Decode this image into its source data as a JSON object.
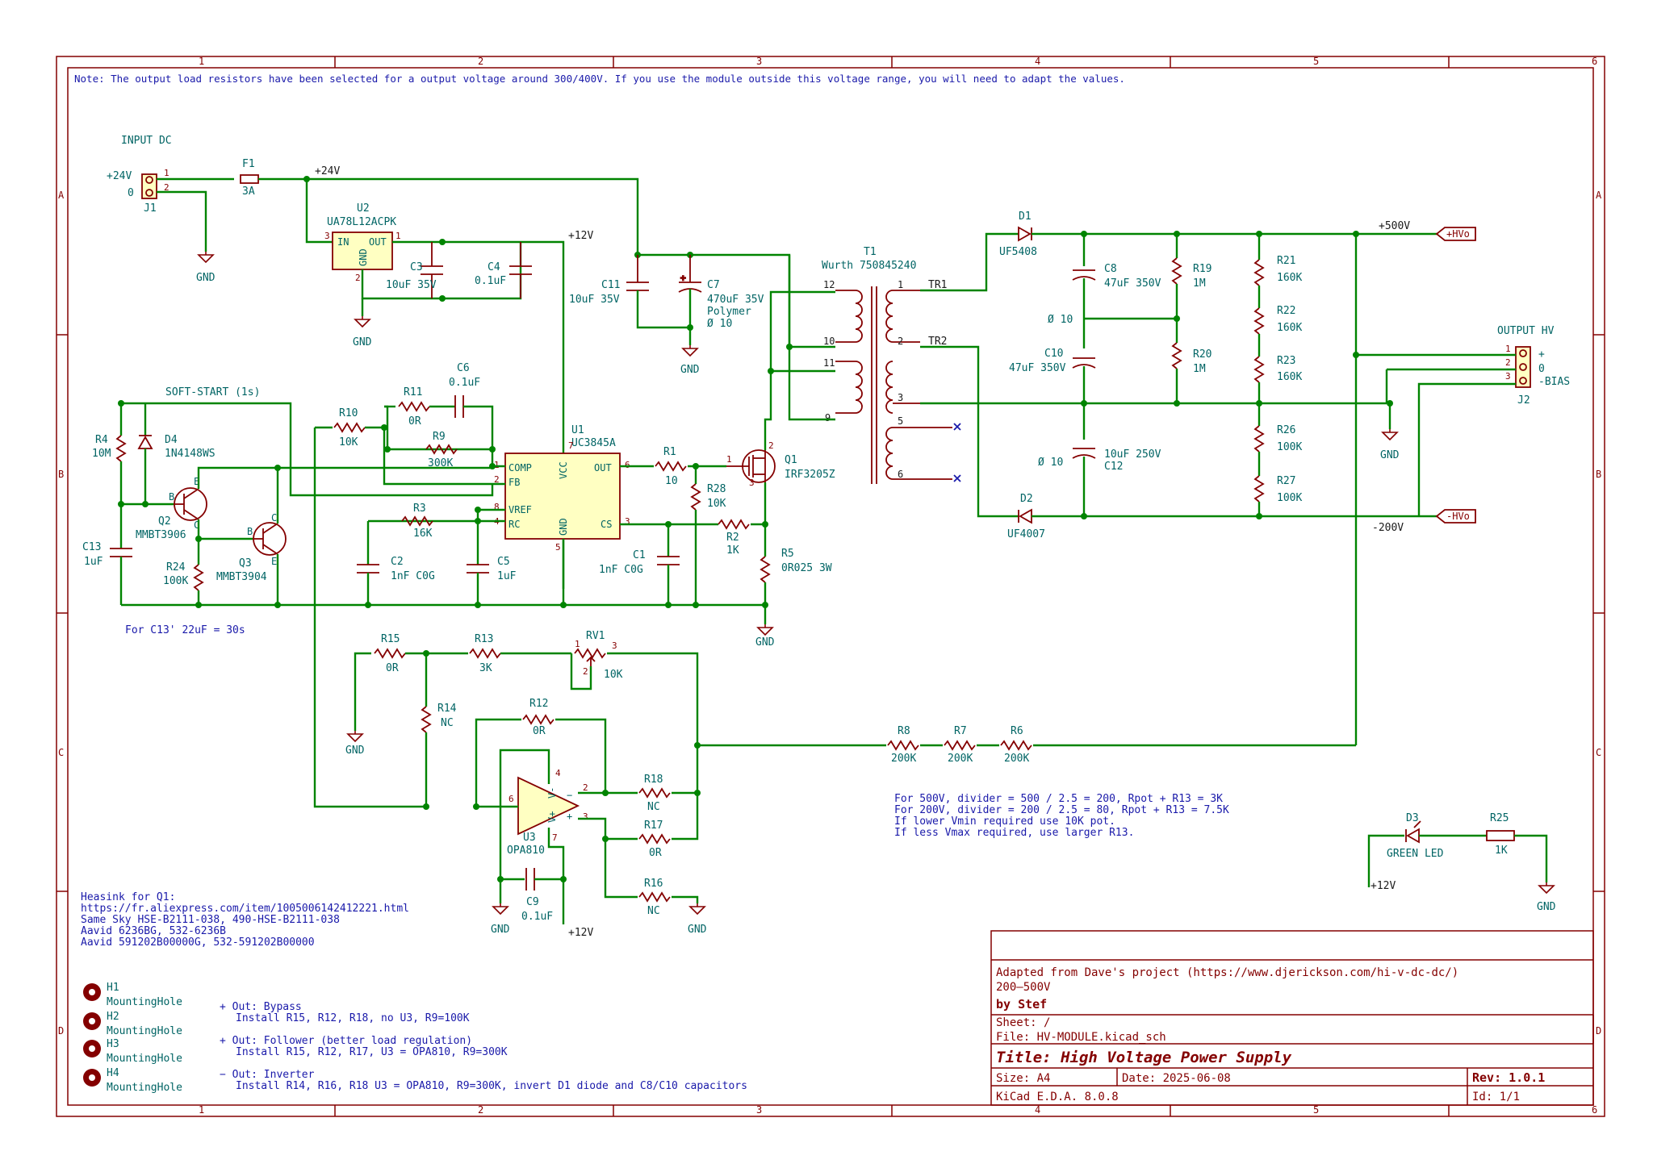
{
  "note": "Note: The output load resistors have been selected for a output voltage around 300/400V. If you use the module outside this voltage range, you will need to adapt the values.",
  "grid": {
    "columns": [
      "1",
      "2",
      "3",
      "4",
      "5",
      "6"
    ],
    "rows": [
      "A",
      "B",
      "C",
      "D"
    ]
  },
  "input": {
    "title": "INPUT DC",
    "pin_plus": "+24V",
    "pin_zero": "0",
    "connector_ref": "J1",
    "pin1": "1",
    "pin2": "2"
  },
  "nets": {
    "v24": "+24V",
    "v12": "+12V",
    "v500": "+500V",
    "vminus200": "-200V",
    "gnd": "GND",
    "tr1": "TR1",
    "tr2": "TR2"
  },
  "fuse": {
    "ref": "F1",
    "value": "3A"
  },
  "regulator": {
    "ref": "U2",
    "value": "UA78L12ACPK",
    "pin_in": "IN",
    "pin_out": "OUT",
    "pin_gnd": "GND",
    "p3": "3",
    "p1": "1",
    "p2": "2"
  },
  "caps": {
    "c3": {
      "ref": "C3",
      "value": "10uF 35V"
    },
    "c4": {
      "ref": "C4",
      "value": "0.1uF"
    },
    "c11": {
      "ref": "C11",
      "value": "10uF 35V"
    },
    "c7": {
      "ref": "C7",
      "value": "470uF 35V",
      "extra1": "Polymer",
      "extra2": "Ø 10"
    },
    "c8": {
      "ref": "C8",
      "value": "47uF 350V"
    },
    "c10": {
      "ref": "C10",
      "value": "47uF 350V"
    },
    "c12": {
      "ref": "C12",
      "value": "10uF 250V"
    },
    "c6": {
      "ref": "C6",
      "value": "0.1uF"
    },
    "c2": {
      "ref": "C2",
      "value": "1nF C0G"
    },
    "c5": {
      "ref": "C5",
      "value": "1uF"
    },
    "c1": {
      "ref": "C1",
      "value": "1nF C0G"
    },
    "c13": {
      "ref": "C13",
      "value": "1uF"
    },
    "c9": {
      "ref": "C9",
      "value": "0.1uF"
    }
  },
  "diam_c8c10": "Ø 10",
  "diam_c12": "Ø 10",
  "transformer": {
    "ref": "T1",
    "value": "Wurth 750845240",
    "pins": [
      "12",
      "10",
      "11",
      "9",
      "1",
      "2",
      "3",
      "5",
      "6"
    ]
  },
  "diodes": {
    "d1": {
      "ref": "D1",
      "value": "UF5408"
    },
    "d2": {
      "ref": "D2",
      "value": "UF4007"
    },
    "d4": {
      "ref": "D4",
      "value": "1N4148WS"
    },
    "d3": {
      "ref": "D3",
      "value": "GREEN LED"
    }
  },
  "resistors": {
    "r19": {
      "ref": "R19",
      "value": "1M"
    },
    "r20": {
      "ref": "R20",
      "value": "1M"
    },
    "r21": {
      "ref": "R21",
      "value": "160K"
    },
    "r22": {
      "ref": "R22",
      "value": "160K"
    },
    "r23": {
      "ref": "R23",
      "value": "160K"
    },
    "r26": {
      "ref": "R26",
      "value": "100K"
    },
    "r27": {
      "ref": "R27",
      "value": "100K"
    },
    "r11": {
      "ref": "R11",
      "value": "0R"
    },
    "r9": {
      "ref": "R9",
      "value": "300K"
    },
    "r10": {
      "ref": "R10",
      "value": "10K"
    },
    "r3": {
      "ref": "R3",
      "value": "16K"
    },
    "r1": {
      "ref": "R1",
      "value": "10"
    },
    "r28": {
      "ref": "R28",
      "value": "10K"
    },
    "r2": {
      "ref": "R2",
      "value": "1K"
    },
    "r5": {
      "ref": "R5",
      "value": "0R025 3W"
    },
    "r4": {
      "ref": "R4",
      "value": "10M"
    },
    "r24": {
      "ref": "R24",
      "value": "100K"
    },
    "r15": {
      "ref": "R15",
      "value": "0R"
    },
    "r13": {
      "ref": "R13",
      "value": "3K"
    },
    "rv1": {
      "ref": "RV1",
      "value": "10K",
      "p1": "1",
      "p2": "2",
      "p3": "3"
    },
    "r14": {
      "ref": "R14",
      "value": "NC"
    },
    "r12": {
      "ref": "R12",
      "value": "0R"
    },
    "r18": {
      "ref": "R18",
      "value": "NC"
    },
    "r17": {
      "ref": "R17",
      "value": "0R"
    },
    "r16": {
      "ref": "R16",
      "value": "NC"
    },
    "r8": {
      "ref": "R8",
      "value": "200K"
    },
    "r7": {
      "ref": "R7",
      "value": "200K"
    },
    "r6": {
      "ref": "R6",
      "value": "200K"
    },
    "r25": {
      "ref": "R25",
      "value": "1K"
    }
  },
  "u1": {
    "ref": "U1",
    "value": "UC3845A",
    "comp": "COMP",
    "fb": "FB",
    "vref": "VREF",
    "rc": "RC",
    "vcc": "VCC",
    "out": "OUT",
    "cs": "CS",
    "gnd": "GND",
    "pin1": "1",
    "pin2": "2",
    "pin8": "8",
    "pin4": "4",
    "pin7": "7",
    "pin6": "6",
    "pin3": "3",
    "pin5": "5"
  },
  "q1": {
    "ref": "Q1",
    "value": "IRF3205Z",
    "pin1": "1",
    "pin2": "2",
    "pin3": "3"
  },
  "q2": {
    "ref": "Q2",
    "value": "MMBT3906",
    "b": "B",
    "c": "C",
    "e": "E"
  },
  "q3": {
    "ref": "Q3",
    "value": "MMBT3904",
    "b": "B",
    "c": "C",
    "e": "E"
  },
  "u3": {
    "ref": "U3",
    "value": "OPA810",
    "pin6": "6",
    "pin4": "4",
    "pin2": "2",
    "pin3": "3",
    "pin7": "7",
    "vminus": "V-",
    "vplus": "V+",
    "minus": "−",
    "plus": "+"
  },
  "soft_start": "SOFT-START (1s)",
  "c13_note": "For C13' 22uF = 30s",
  "output": {
    "title": "OUTPUT HV",
    "connector_ref": "J2",
    "label_plus": "+",
    "label_zero": "0",
    "label_bias": "-BIAS",
    "hvo_plus": "+HVo",
    "hvo_minus": "-HVo",
    "pin1": "1",
    "pin2": "2",
    "pin3": "3"
  },
  "divider_notes": [
    "For 500V, divider = 500 / 2.5 = 200, Rpot + R13 = 3K",
    "For 200V, divider = 200 / 2.5 = 80, Rpot + R13 = 7.5K",
    "If lower Vmin required use 10K pot.",
    "If less Vmax required, use larger R13."
  ],
  "heatsink": [
    "Heasink for Q1:",
    "https://fr.aliexpress.com/item/1005006142412221.html",
    "Same Sky HSE-B2111-038, 490-HSE-B2111-038",
    "Aavid 6236BG, 532-6236B",
    "Aavid 591202B00000G, 532-591202B00000"
  ],
  "mounting_holes": [
    {
      "ref": "H1",
      "value": "MountingHole"
    },
    {
      "ref": "H2",
      "value": "MountingHole"
    },
    {
      "ref": "H3",
      "value": "MountingHole"
    },
    {
      "ref": "H4",
      "value": "MountingHole"
    }
  ],
  "options": [
    {
      "title": "+ Out: Bypass",
      "detail": "Install R15, R12, R18, no U3, R9=100K"
    },
    {
      "title": "+ Out: Follower (better load regulation)",
      "detail": "Install R15, R12, R17, U3 = OPA810, R9=300K"
    },
    {
      "title": "− Out: Inverter",
      "detail": "Install R14, R16, R18 U3 = OPA810, R9=300K, invert D1 diode and C8/C10 capacitors"
    }
  ],
  "title_block": {
    "adapted": "Adapted from Dave's project (https://www.djerickson.com/hi-v-dc-dc/)",
    "range": "200–500V",
    "author": "by Stef",
    "sheet": "Sheet: /",
    "file": "File: HV-MODULE.kicad_sch",
    "title": "Title: High Voltage Power Supply",
    "size": "Size: A4",
    "date": "Date: 2025-06-08",
    "rev": "Rev: 1.0.1",
    "tool": "KiCad E.D.A. 8.0.8",
    "id": "Id: 1/1"
  },
  "colors": {
    "wire": "#008400",
    "component": "#840000",
    "label": "#006464",
    "note": "#1a1aaa",
    "ic_fill": "#ffffc2"
  }
}
